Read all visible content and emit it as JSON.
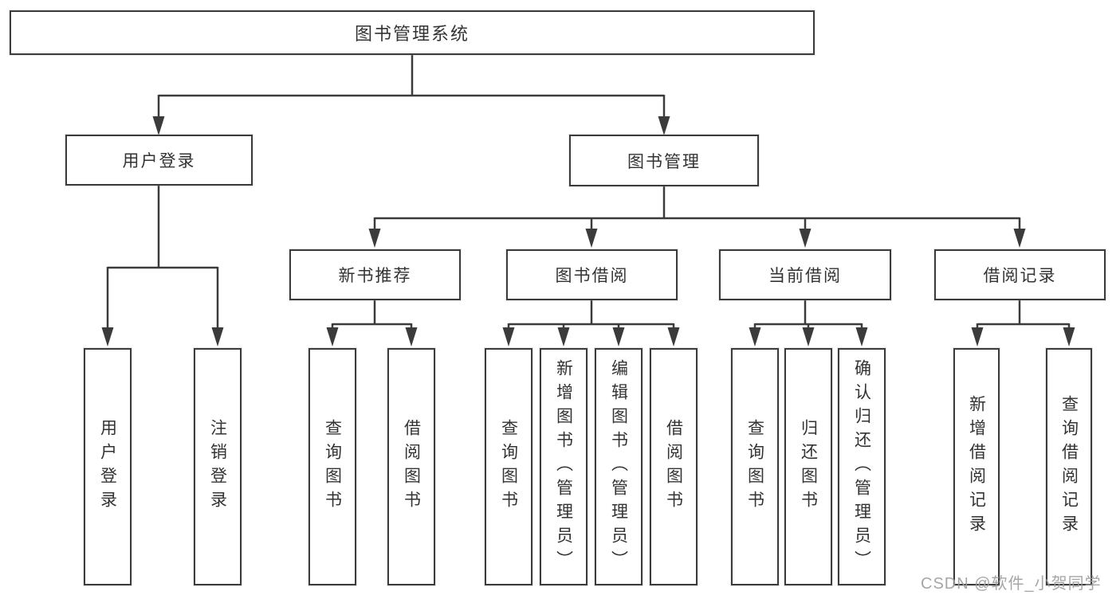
{
  "diagram": {
    "type": "hierarchy-tree",
    "title": "图书管理系统",
    "watermark": "CSDN @软件_小贺同学",
    "colors": {
      "line": "#3b3b3b",
      "box_border": "#3b3b3b",
      "box_background": "#ffffff",
      "text": "#333333",
      "watermark": "#9e9e9e",
      "page_background": "#ffffff"
    },
    "nodes": {
      "root": {
        "label": "图书管理系统",
        "level": 1
      },
      "user_login": {
        "label": "用户登录",
        "level": 2
      },
      "book_mgmt": {
        "label": "图书管理",
        "level": 2
      },
      "new_book_rec": {
        "label": "新书推荐",
        "level": 3
      },
      "book_borrow": {
        "label": "图书借阅",
        "level": 3
      },
      "current_borrow": {
        "label": "当前借阅",
        "level": 3
      },
      "borrow_records": {
        "label": "借阅记录",
        "level": 3
      },
      "login": {
        "label": "用户登录",
        "level": 4
      },
      "logout": {
        "label": "注销登录",
        "level": 4
      },
      "rec_query": {
        "label": "查询图书",
        "level": 4
      },
      "rec_borrow": {
        "label": "借阅图书",
        "level": 4
      },
      "bb_query": {
        "label": "查询图书",
        "level": 4
      },
      "bb_add": {
        "label": "新增图书（管理员）",
        "level": 4
      },
      "bb_edit": {
        "label": "编辑图书（管理员）",
        "level": 4
      },
      "bb_borrow": {
        "label": "借阅图书",
        "level": 4
      },
      "cb_query": {
        "label": "查询图书",
        "level": 4
      },
      "cb_return": {
        "label": "归还图书",
        "level": 4
      },
      "cb_confirm": {
        "label": "确认归还（管理员）",
        "level": 4
      },
      "br_add": {
        "label": "新增借阅记录",
        "level": 4
      },
      "br_query": {
        "label": "查询借阅记录",
        "level": 4
      }
    },
    "edges": [
      [
        "root",
        "user_login"
      ],
      [
        "root",
        "book_mgmt"
      ],
      [
        "user_login",
        "login"
      ],
      [
        "user_login",
        "logout"
      ],
      [
        "book_mgmt",
        "new_book_rec"
      ],
      [
        "book_mgmt",
        "book_borrow"
      ],
      [
        "book_mgmt",
        "current_borrow"
      ],
      [
        "book_mgmt",
        "borrow_records"
      ],
      [
        "new_book_rec",
        "rec_query"
      ],
      [
        "new_book_rec",
        "rec_borrow"
      ],
      [
        "book_borrow",
        "bb_query"
      ],
      [
        "book_borrow",
        "bb_add"
      ],
      [
        "book_borrow",
        "bb_edit"
      ],
      [
        "book_borrow",
        "bb_borrow"
      ],
      [
        "current_borrow",
        "cb_query"
      ],
      [
        "current_borrow",
        "cb_return"
      ],
      [
        "current_borrow",
        "cb_confirm"
      ],
      [
        "borrow_records",
        "br_add"
      ],
      [
        "borrow_records",
        "br_query"
      ]
    ]
  }
}
